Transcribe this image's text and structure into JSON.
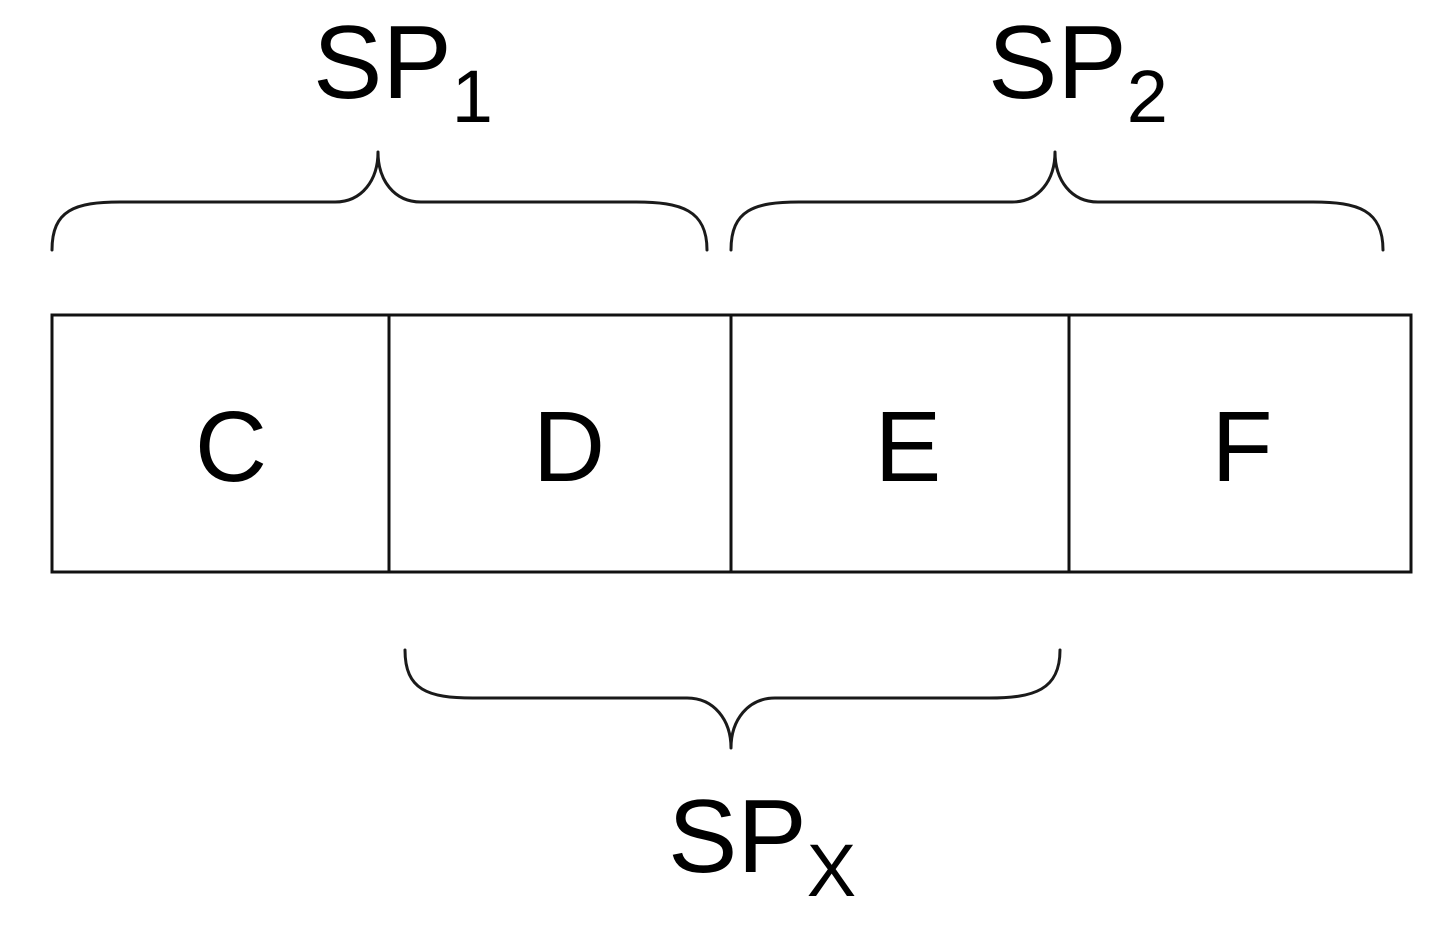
{
  "segments": [
    {
      "label": "C"
    },
    {
      "label": "D"
    },
    {
      "label": "E"
    },
    {
      "label": "F"
    }
  ],
  "groups": [
    {
      "name": "SP",
      "subscript": "1",
      "spans": [
        "C",
        "D"
      ],
      "side": "top"
    },
    {
      "name": "SP",
      "subscript": "2",
      "spans": [
        "E",
        "F"
      ],
      "side": "top"
    },
    {
      "name": "SP",
      "subscript": "X",
      "spans": [
        "D",
        "E"
      ],
      "side": "bottom"
    }
  ]
}
